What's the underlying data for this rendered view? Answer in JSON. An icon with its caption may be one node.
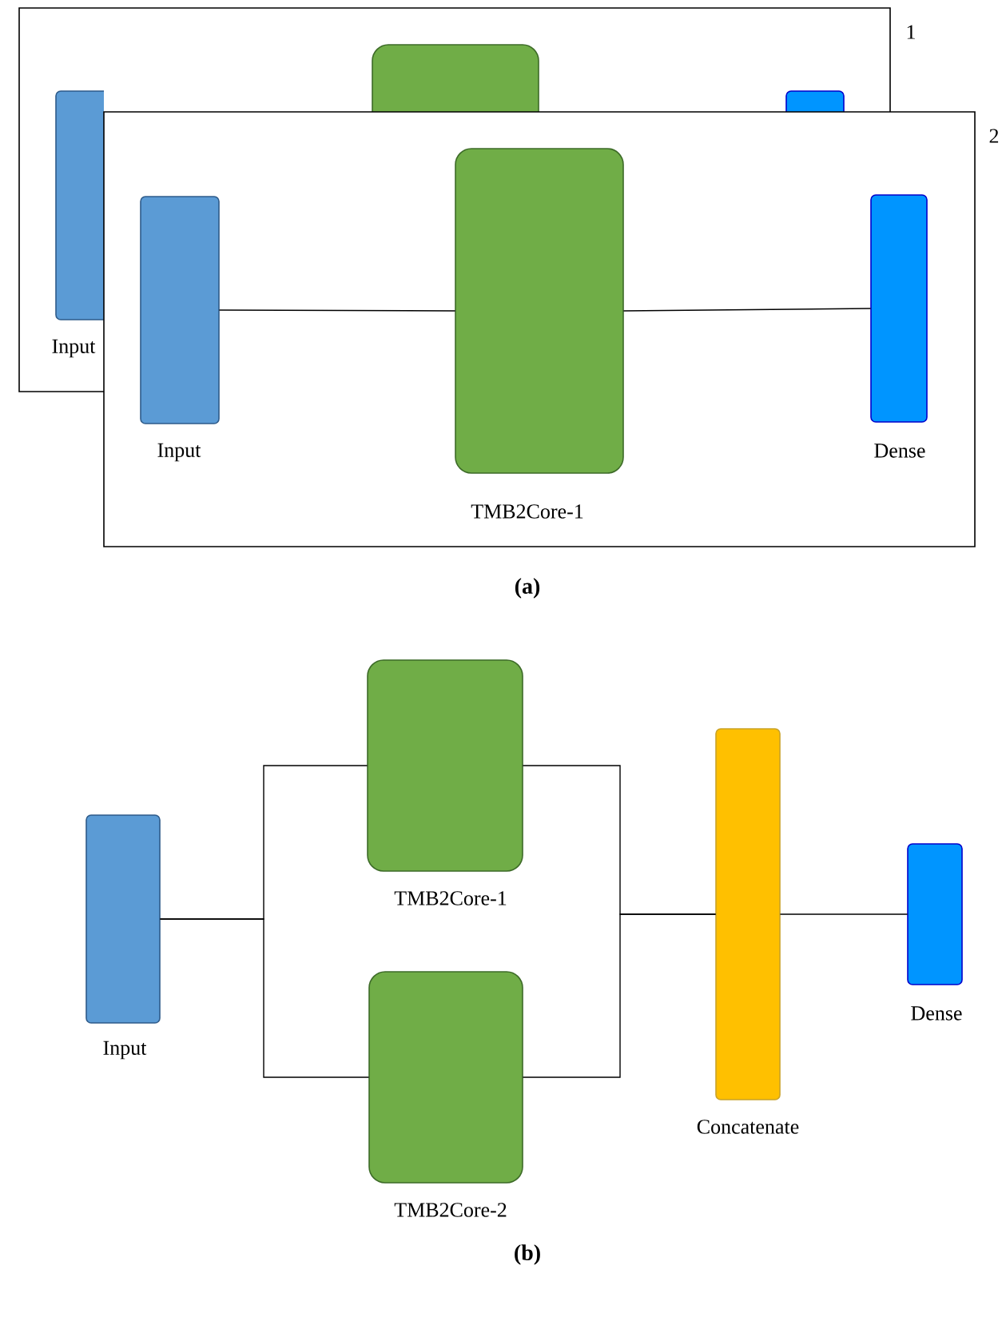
{
  "diagram": {
    "nodes": [
      {
        "text": [],
        "shape": "box",
        "beside": [
          "1"
        ]
      },
      {
        "text": [
          "Input"
        ],
        "in": 0
      },
      {
        "text": [],
        "shape": "box",
        "in": 0
      },
      {
        "text": [],
        "shape": "box",
        "in": 0
      },
      {
        "text": [],
        "shape": "box",
        "beside": [
          "2"
        ]
      },
      {
        "text": [
          "Input"
        ],
        "in": 4
      },
      {
        "text": [
          "TMB2Core-1"
        ],
        "in": 4
      },
      {
        "text": [
          "Dense"
        ],
        "in": 4
      },
      {
        "text": [
          "Input"
        ]
      },
      {
        "text": [
          "TMB2Core-1"
        ]
      },
      {
        "text": [
          "TMB2Core-2"
        ]
      },
      {
        "text": [
          "Concatenate"
        ]
      },
      {
        "text": [
          "Dense"
        ]
      }
    ],
    "edges": [
      {
        "from": 5,
        "to": 6,
        "arrow": "none"
      },
      {
        "from": 6,
        "to": 7,
        "arrow": "none"
      },
      {
        "from": 8,
        "to": 9,
        "arrow": "none"
      },
      {
        "from": 8,
        "to": 10,
        "arrow": "none"
      },
      {
        "from": 9,
        "to": 11,
        "arrow": "none"
      },
      {
        "from": 10,
        "to": 11,
        "arrow": "none"
      },
      {
        "from": 11,
        "to": 12,
        "arrow": "none"
      }
    ],
    "labels": [
      "(a)",
      "(b)"
    ]
  }
}
